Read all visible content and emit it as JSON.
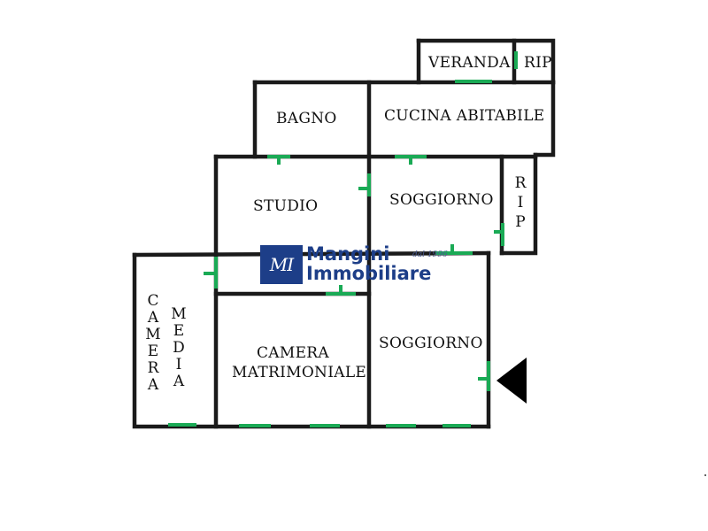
{
  "brand": {
    "monogram": "MI",
    "name_line1": "Mangini",
    "name_line2": "Immobiliare",
    "since": "dal 1996",
    "color": "#1d3e88"
  },
  "rooms": {
    "veranda": "VERANDA",
    "rip_top": "RIP",
    "bagno": "BAGNO",
    "cucina": "CUCINA ABITABILE",
    "studio": "STUDIO",
    "soggiorno_upper": "SOGGIORNO",
    "rip_side": "RIP",
    "camera_media_1": "CAMERA",
    "camera_media_2": "MEDIA",
    "camera_matrimoniale_1": "CAMERA",
    "camera_matrimoniale_2": "MATRIMONIALE",
    "soggiorno_lower": "SOGGIORNO"
  },
  "colors": {
    "wall": "#1a1a1a",
    "door": "#1aaa55",
    "entrance": "#000000"
  },
  "icons": {
    "entrance": "entrance-arrow-icon",
    "logo": "logo-monogram-icon"
  }
}
